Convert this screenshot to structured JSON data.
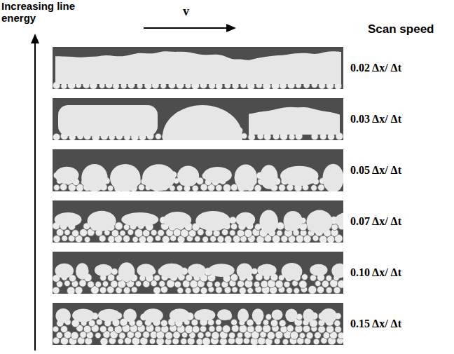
{
  "diagram": {
    "labels": [
      "Increasing line energy",
      "v",
      "Scan speed",
      "0.02 Δx/ Δt",
      "0.03 Δx/ Δt",
      "0.05 Δx/ Δt",
      "0.07 Δx/ Δt",
      "0.10 Δx/ Δt",
      "0.15 Δx/ Δt"
    ]
  }
}
